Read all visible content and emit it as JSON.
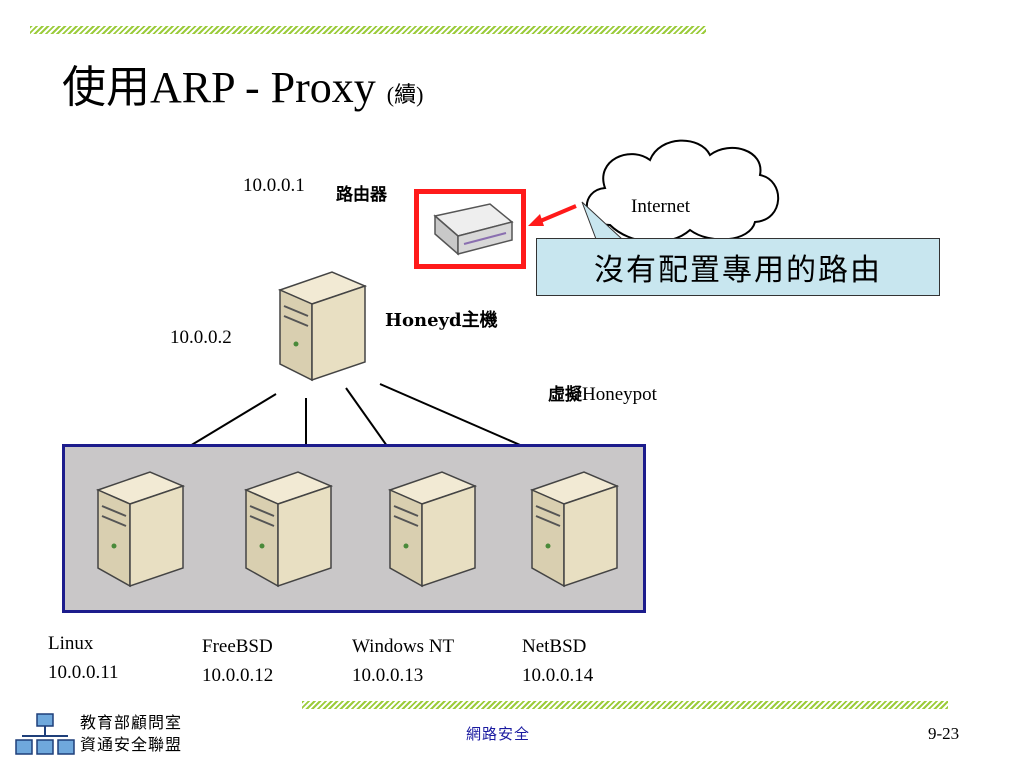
{
  "slide": {
    "title_main": "使用ARP - Proxy",
    "title_small": "(續)"
  },
  "diagram": {
    "router_ip": "10.0.0.1",
    "router_label": "路由器",
    "internet_label": "Internet",
    "callout_text": "沒有配置專用的路由",
    "honeyd_ip": "10.0.0.2",
    "honeyd_label": "Honeyd主機",
    "virtual_prefix": "虛擬",
    "virtual_label": "Honeypot",
    "hosts": [
      {
        "os": "Linux",
        "ip": "10.0.0.11"
      },
      {
        "os": "FreeBSD",
        "ip": "10.0.0.12"
      },
      {
        "os": "Windows NT",
        "ip": "10.0.0.13"
      },
      {
        "os": "NetBSD",
        "ip": "10.0.0.14"
      }
    ]
  },
  "footer": {
    "org_line1": "教育部顧問室",
    "org_line2": "資通安全聯盟",
    "center": "網路安全",
    "page": "9-23"
  },
  "colors": {
    "accent_hatch": "#9ccc3c",
    "highlight_red": "#ff1a1a",
    "callout_bg": "#c8e6ef",
    "panel_border": "#1c1c8c"
  }
}
